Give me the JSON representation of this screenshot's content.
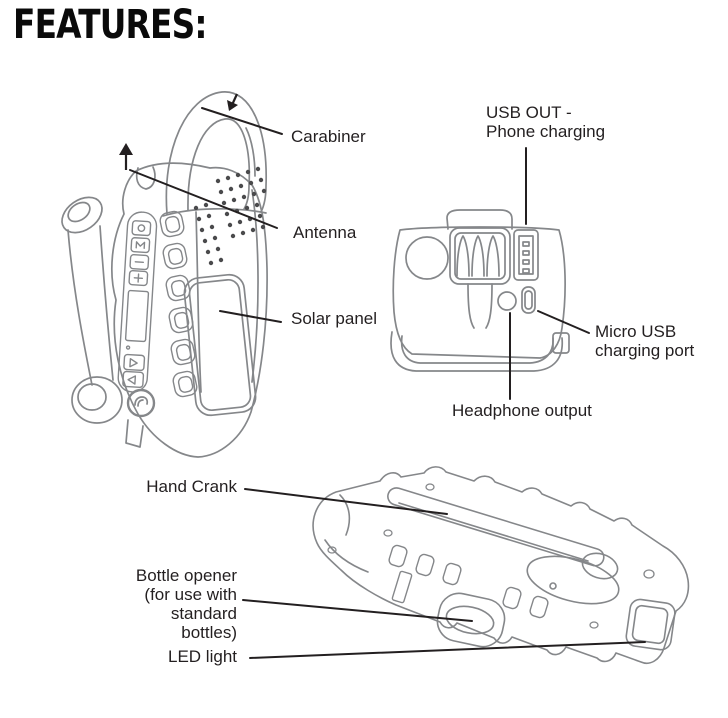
{
  "title": "FEATURES:",
  "colors": {
    "outline": "#85878a",
    "ink": "#231f20",
    "background": "#ffffff"
  },
  "icons": {
    "antenna_direction_arrow": "up-arrow",
    "carabiner_direction_arrow": "down-arrow"
  },
  "labels": {
    "carabiner": "Carabiner",
    "antenna": "Antenna",
    "solar_panel": "Solar panel",
    "usb_out": "USB OUT -\nPhone charging",
    "micro_usb": "Micro USB\ncharging port",
    "headphone_output": "Headphone output",
    "hand_crank": "Hand Crank",
    "bottle_opener": "Bottle opener\n(for use with standard\nbottles)",
    "led_light": "LED light"
  }
}
